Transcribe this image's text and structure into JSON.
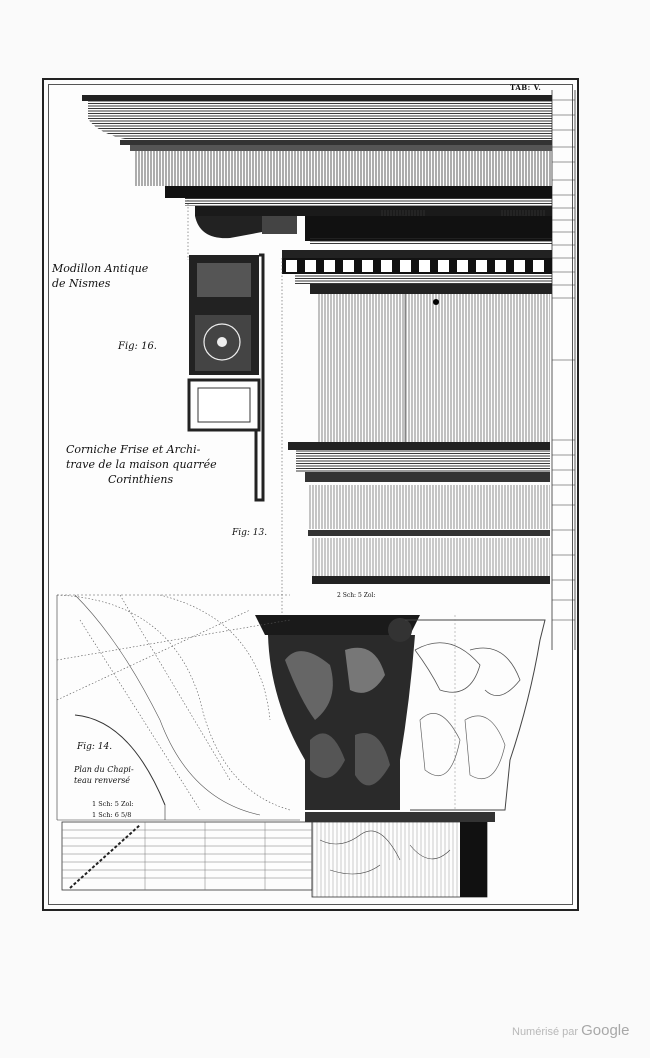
{
  "plate": {
    "tab_label": "TAB: V.",
    "captions": {
      "modillon_line1": "Modillon Antique",
      "modillon_line2": "de Nismes",
      "fig16": "Fig: 16.",
      "corniche_line1": "Corniche Frise et Archi-",
      "corniche_line2": "trave de la maison quarrée",
      "corniche_line3": "Corinthiens",
      "fig13": "Fig: 13.",
      "fig14": "Fig: 14.",
      "plan_line1": "Plan du Chapi-",
      "plan_line2": "teau renversé",
      "scale1": "1 Sch: 5 Zol:",
      "scale2": "1 Sch: 6 5/8",
      "scale3": "2 Sch: 5 Zol:"
    }
  },
  "watermark": {
    "prefix": "Numérisé par",
    "brand": "Google"
  }
}
